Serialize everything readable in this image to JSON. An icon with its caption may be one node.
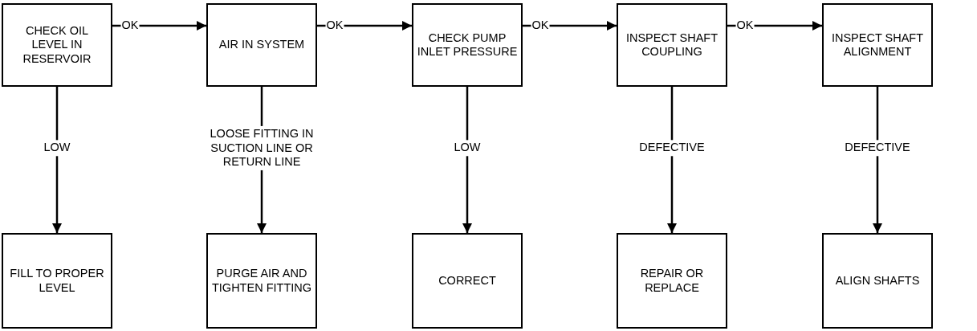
{
  "diagram": {
    "nodes": [
      {
        "text": [
          "CHECK OIL LEVEL IN RESERVOIR"
        ]
      },
      {
        "text": [
          "AIR IN SYSTEM"
        ]
      },
      {
        "text": [
          "CHECK PUMP INLET PRESSURE"
        ]
      },
      {
        "text": [
          "INSPECT SHAFT COUPLING"
        ]
      },
      {
        "text": [
          "INSPECT SHAFT ALIGNMENT"
        ]
      },
      {
        "text": [
          "FILL TO PROPER LEVEL"
        ]
      },
      {
        "text": [
          "PURGE AIR AND TIGHTEN FITTING"
        ]
      },
      {
        "text": [
          "CORRECT"
        ]
      },
      {
        "text": [
          "REPAIR OR REPLACE"
        ]
      },
      {
        "text": [
          "ALIGN SHAFTS"
        ]
      }
    ],
    "edges": [
      {
        "from": 0,
        "to": 1,
        "arrow": "to",
        "label": "OK"
      },
      {
        "from": 1,
        "to": 2,
        "arrow": "to",
        "label": "OK"
      },
      {
        "from": 2,
        "to": 3,
        "arrow": "to",
        "label": "OK"
      },
      {
        "from": 3,
        "to": 4,
        "arrow": "to",
        "label": "OK"
      },
      {
        "from": 0,
        "to": 5,
        "arrow": "to",
        "label": "LOW"
      },
      {
        "from": 1,
        "to": 6,
        "arrow": "to",
        "label": "LOOSE FITTING IN SUCTION LINE OR RETURN LINE"
      },
      {
        "from": 2,
        "to": 7,
        "arrow": "to",
        "label": "LOW"
      },
      {
        "from": 3,
        "to": 8,
        "arrow": "to",
        "label": "DEFECTIVE"
      },
      {
        "from": 4,
        "to": 9,
        "arrow": "to",
        "label": "DEFECTIVE"
      }
    ]
  }
}
